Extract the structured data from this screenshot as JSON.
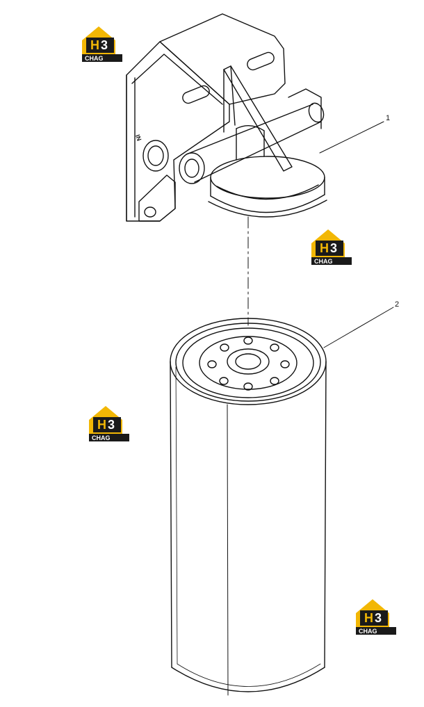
{
  "callouts": {
    "part1": "1",
    "part2": "2"
  },
  "port_label": "IN",
  "logo": {
    "text": "H3 CHAG",
    "accent_color": "#f2b705",
    "dark_color": "#1a1a1a"
  }
}
